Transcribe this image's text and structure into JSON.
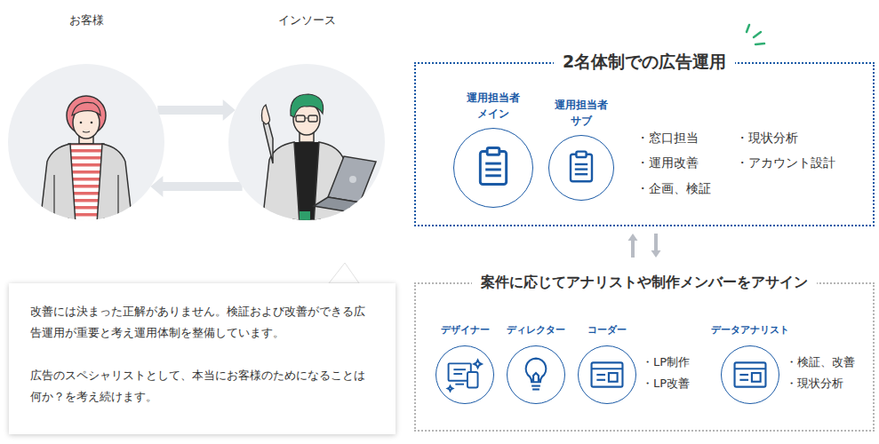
{
  "diagram": {
    "nodes": [
      {
        "text": [
          "お客様"
        ]
      },
      {
        "text": [
          "インソース"
        ]
      },
      {
        "text": [
          "改善には決まった正解がありません。検証および改善ができる広告運用が重要と考え運用体制を整備しています。",
          "広告のスペシャリストとして、本当にお客様のためになることは何か？を考え続けます。"
        ]
      },
      {
        "text": [
          "2名体制での広告運用"
        ]
      },
      {
        "text": [
          "運用担当者 メイン"
        ],
        "in": 3
      },
      {
        "text": [
          "運用担当者 サブ"
        ],
        "in": 3
      },
      {
        "text": [
          "案件に応じてアナリストや制作メンバーをアサイン"
        ]
      },
      {
        "text": [
          "デザイナー"
        ],
        "in": 6
      },
      {
        "text": [
          "ディレクター"
        ],
        "in": 6
      },
      {
        "text": [
          "コーダー"
        ],
        "in": 6
      },
      {
        "text": [
          "データアナリスト"
        ],
        "in": 6
      }
    ],
    "edges": [
      {
        "from": 0,
        "to": 1,
        "arrow": "to"
      },
      {
        "from": 1,
        "to": 0,
        "arrow": "to"
      },
      {
        "from": 3,
        "to": 6,
        "arrow": "to"
      },
      {
        "from": 6,
        "to": 3,
        "arrow": "to"
      }
    ],
    "labels": [
      "・窓口担当",
      "・運用改善",
      "・企画、検証",
      "・現状分析",
      "・アカウント設計",
      "・LP制作",
      "・LP改善",
      "・検証、改善",
      "・現状分析"
    ]
  }
}
